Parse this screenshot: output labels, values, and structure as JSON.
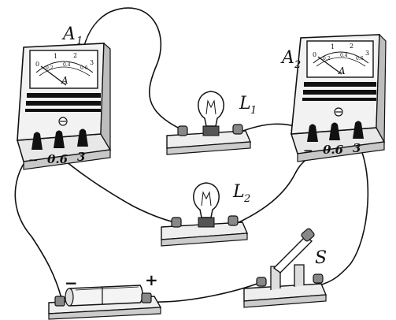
{
  "ammeter1": {
    "letter": "A",
    "index": "1",
    "scale_top": [
      "0",
      "1",
      "2",
      "3"
    ],
    "scale_bottom": [
      "0.2",
      "0.4",
      "0.6"
    ],
    "symbol": "A",
    "terminals": [
      "−",
      "0.6",
      "3"
    ]
  },
  "ammeter2": {
    "letter": "A",
    "index": "2",
    "scale_top": [
      "0",
      "1",
      "2",
      "3"
    ],
    "scale_bottom": [
      "0.2",
      "0.4",
      "0.6"
    ],
    "symbol": "A",
    "terminals": [
      "−",
      "0.6",
      "3"
    ]
  },
  "lamp1": {
    "letter": "L",
    "index": "1"
  },
  "lamp2": {
    "letter": "L",
    "index": "2"
  },
  "battery": {
    "minus": "−",
    "plus": "+"
  },
  "switch": {
    "letter": "S"
  }
}
